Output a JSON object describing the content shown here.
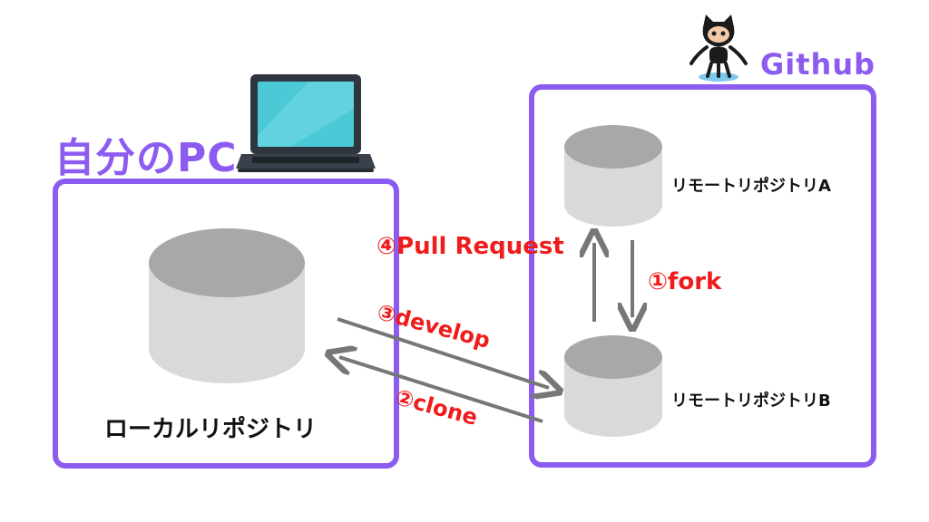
{
  "pc": {
    "title": "自分のPC",
    "local_repo_label": "ローカルリポジトリ"
  },
  "github": {
    "title": "Github",
    "remote_a_label": "リモートリポジトリA",
    "remote_b_label": "リモートリポジトリB"
  },
  "steps": {
    "fork": "①fork",
    "clone": "②clone",
    "develop": "③develop",
    "pull_request": "④Pull Request"
  },
  "colors": {
    "frame": "#8c5cf0",
    "step_text": "#ee1c1c",
    "arrow": "#777777",
    "db_top": "#a8a8a8",
    "db_body": "#d9d9d9"
  },
  "icons": {
    "laptop": "laptop-icon",
    "github": "octocat-icon",
    "database": "database-icon"
  }
}
